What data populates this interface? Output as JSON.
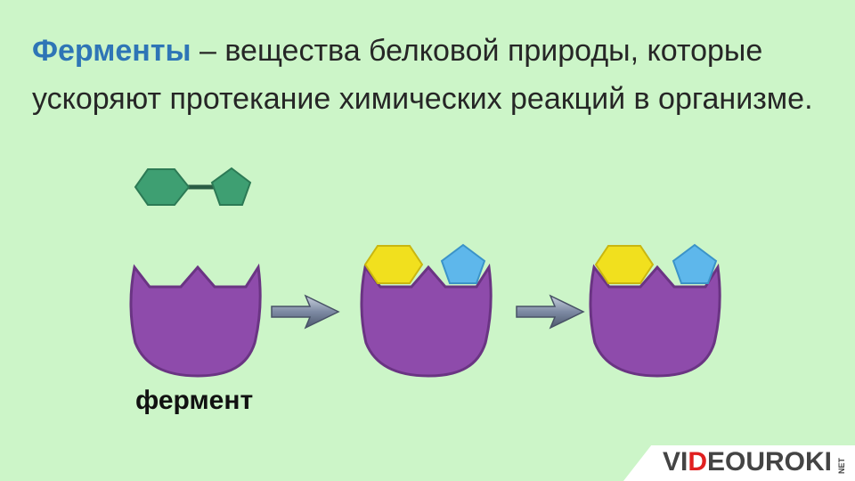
{
  "definition": {
    "term": "Ферменты",
    "text": " – вещества белковой природы, которые ускоряют протекание химических реакций в организме."
  },
  "enzyme_label": "фермент",
  "logo": {
    "prefix": "VI",
    "accent": "D",
    "suffix": "EOUROKI",
    "net": "NET"
  },
  "colors": {
    "enzyme": "#8e4bab",
    "substrate": "#3e9f72",
    "yellow_part": "#f1e01e",
    "blue_part": "#5eb7eb",
    "arrow": "#7384a0"
  }
}
